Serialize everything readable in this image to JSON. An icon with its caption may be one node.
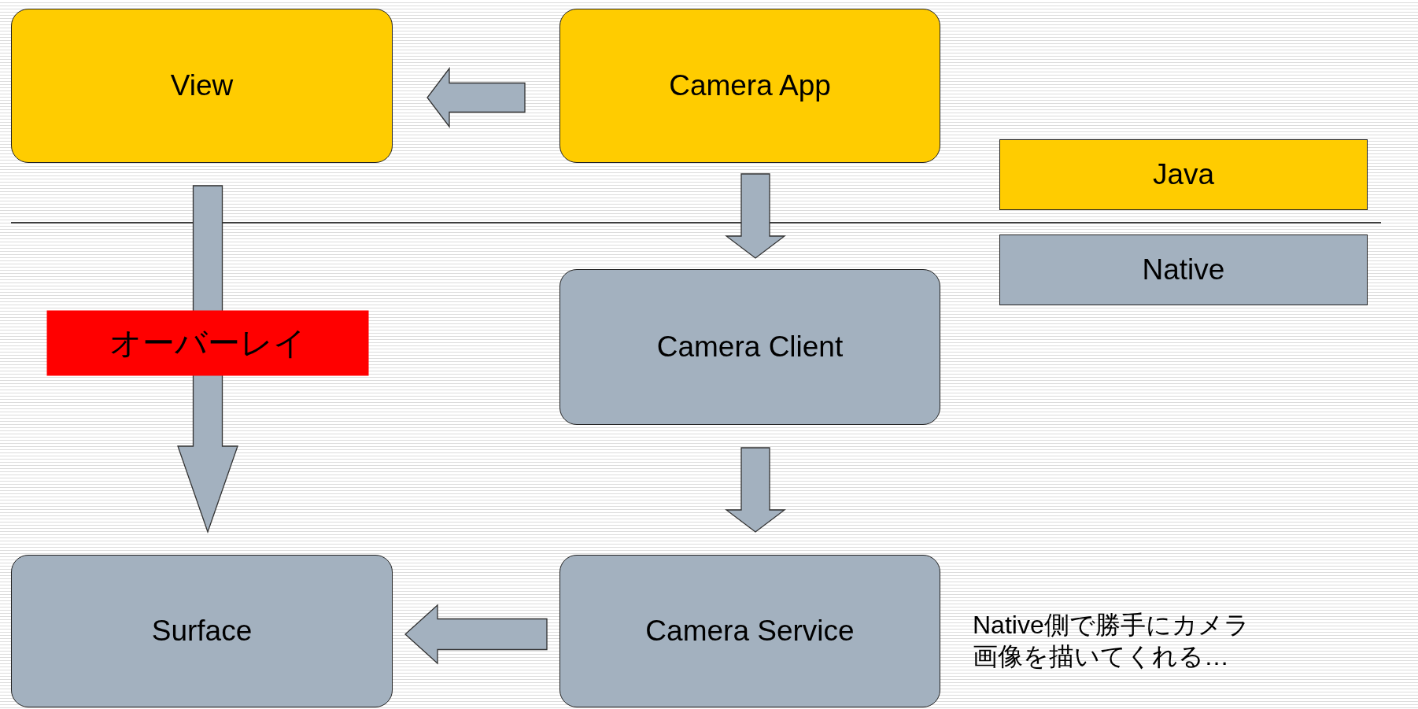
{
  "diagram": {
    "nodes": [
      {
        "text": [
          "View"
        ]
      },
      {
        "text": [
          "Camera App"
        ]
      },
      {
        "text": [
          "Camera Client"
        ]
      },
      {
        "text": [
          "Surface"
        ]
      },
      {
        "text": [
          "Camera Service"
        ]
      }
    ],
    "edges": [
      {
        "from": 1,
        "to": 0,
        "arrow": "to"
      },
      {
        "from": 1,
        "to": 2,
        "arrow": "to"
      },
      {
        "from": 0,
        "to": 3,
        "arrow": "to",
        "label": "オーバーレイ"
      },
      {
        "from": 2,
        "to": 4,
        "arrow": "to"
      },
      {
        "from": 4,
        "to": 3,
        "arrow": "to"
      }
    ],
    "labels": [
      "Native側で勝手にカメラ画像を描いてくれる…"
    ],
    "legend": [
      {
        "text": "Java",
        "color": "#ffcc00"
      },
      {
        "text": "Native",
        "color": "#a3b1bf"
      }
    ]
  }
}
